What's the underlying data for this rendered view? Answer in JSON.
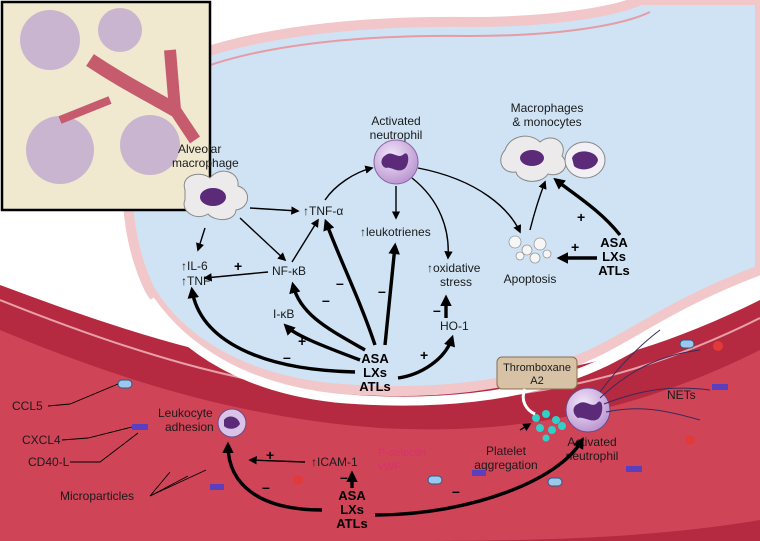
{
  "cells": {
    "alveolar_macrophage": [
      "Alveolar",
      "macrophage"
    ],
    "activated_neutrophil_top": [
      "Activated",
      "neutrophil"
    ],
    "macrophages_monocytes": [
      "Macrophages",
      "& monocytes"
    ],
    "apoptosis": "Apoptosis",
    "leukocyte_adhesion": [
      "Leukocyte",
      "adhesion"
    ],
    "activated_neutrophil_bottom": [
      "Activated",
      "neutrophil"
    ],
    "platelet_aggregation": [
      "Platelet",
      "aggregation"
    ],
    "nets": "NETs"
  },
  "mediators": {
    "il6": "IL-6",
    "tnf": "TNF",
    "nfkb": "NF-κB",
    "ikb": "I-κB",
    "tnfa": "TNF-α",
    "leukotrienes": "leukotrienes",
    "oxidative_stress": [
      "oxidative",
      "stress"
    ],
    "ho1": "HO-1",
    "icam1": "ICAM-1",
    "p_selectin": "P-selectin",
    "vwf": "vWF",
    "thromboxane": [
      "Thromboxane",
      "A2"
    ]
  },
  "drug_label": [
    "ASA",
    "LXs",
    "ATLs"
  ],
  "legend": {
    "ccl5": "CCL5",
    "cxcl4": "CXCL4",
    "cd40l": "CD40-L",
    "microparticles": "Microparticles"
  },
  "signs": {
    "plus": "+",
    "minus": "–"
  },
  "colors": {
    "alveolus_fill": "#cfe3f4",
    "vessel_fill": "#c8344a",
    "vessel_dark": "#a32238",
    "membrane": "#f1c7c9",
    "lung_inset_bg": "#f1e8d0",
    "neutrophil_body": "#d9c3e6",
    "nucleus": "#5b2a78",
    "platelets": "#2fd1c8",
    "pink_text": "#d6336c"
  }
}
